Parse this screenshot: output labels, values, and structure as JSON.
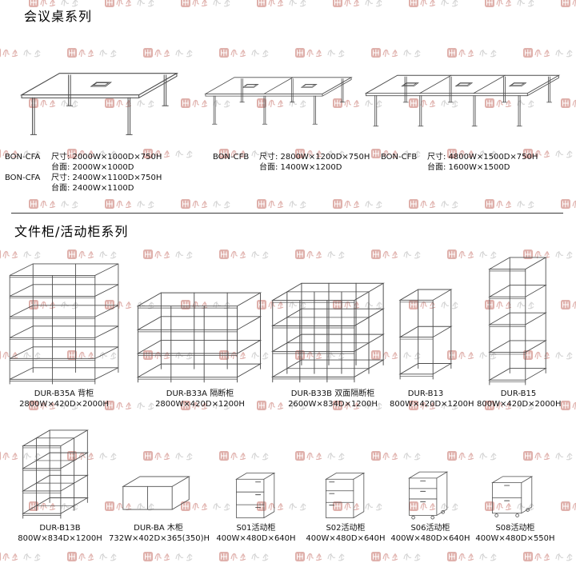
{
  "tables": {
    "title": "会议桌系列",
    "specs": [
      {
        "model": "BON-CFA",
        "line1": "尺寸: 2000W×1000D×750H",
        "line2": "台面: 2000W×1000D"
      },
      {
        "model": "BON-CFA",
        "line1": "尺寸: 2400W×1100D×750H",
        "line2": "台面: 2400W×1100D"
      },
      {
        "model": "BON-CFB",
        "line1": "尺寸: 2800W×1200D×750H",
        "line2": "台面: 1400W×1200D"
      },
      {
        "model": "BON-CFB",
        "line1": "尺寸: 4800W×1500D×750H",
        "line2": "台面: 1600W×1500D"
      }
    ]
  },
  "cabinets": {
    "title": "文件柜/活动柜系列",
    "row1": [
      {
        "name": "DUR-B35A 背柜",
        "dims": "2800W×420D×2000H"
      },
      {
        "name": "DUR-B33A 隔断柜",
        "dims": "2800W×420D×1200H"
      },
      {
        "name": "DUR-B33B 双面隔断柜",
        "dims": "2600W×834D×1200H"
      },
      {
        "name": "DUR-B13",
        "dims": "800W×420D×1200H"
      },
      {
        "name": "DUR-B15",
        "dims": "800W×420D×2000H"
      }
    ],
    "row2": [
      {
        "name": "DUR-B13B",
        "dims": "800W×834D×1200H"
      },
      {
        "name": "DUR-BA 木柜",
        "dims": "732W×402D×365(350)H"
      },
      {
        "name": "S01活动柜",
        "dims": "400W×480D×640H"
      },
      {
        "name": "S02活动柜",
        "dims": "400W×480D×640H"
      },
      {
        "name": "S06活动柜",
        "dims": "400W×480D×640H"
      },
      {
        "name": "S08活动柜",
        "dims": "400W×480D×550H"
      }
    ]
  },
  "watermark": {
    "red": "#b5443a",
    "gray": "#9a9a9a"
  },
  "line_color": "#4d4d4d"
}
